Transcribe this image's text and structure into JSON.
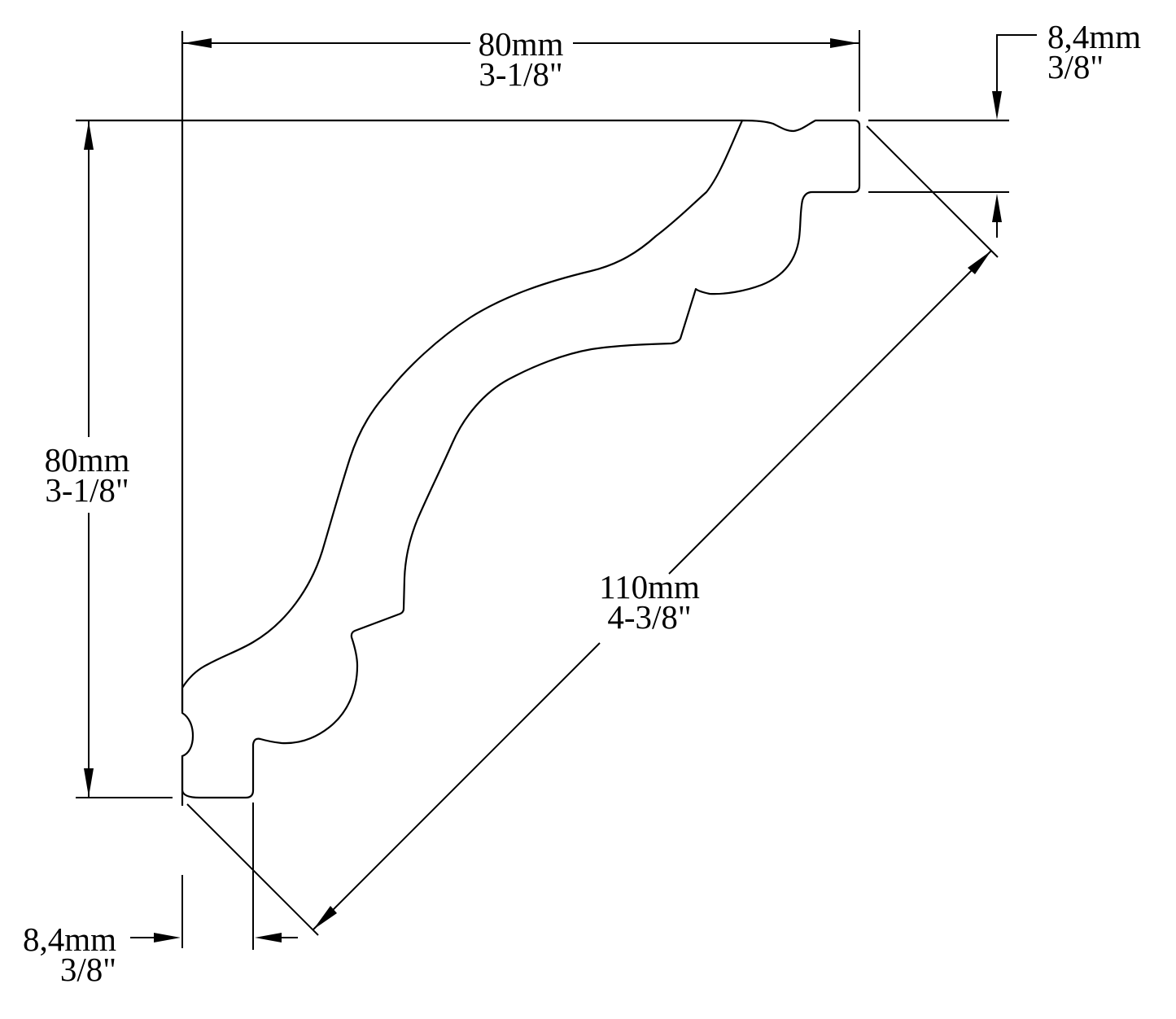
{
  "drawing": {
    "title": "cornice-moulding-profile-cross-section",
    "colors": {
      "line": "#000000",
      "background": "#ffffff"
    },
    "dims": {
      "top_width": {
        "mm": "80mm",
        "inch": "3-1/8\""
      },
      "left_height": {
        "mm": "80mm",
        "inch": "3-1/8\""
      },
      "face_diagonal": {
        "mm": "110mm",
        "inch": "4-3/8\""
      },
      "top_right_thickness": {
        "mm": "8,4mm",
        "inch": "3/8\""
      },
      "bottom_left_thickness": {
        "mm": "8,4mm",
        "inch": "3/8\""
      }
    }
  }
}
